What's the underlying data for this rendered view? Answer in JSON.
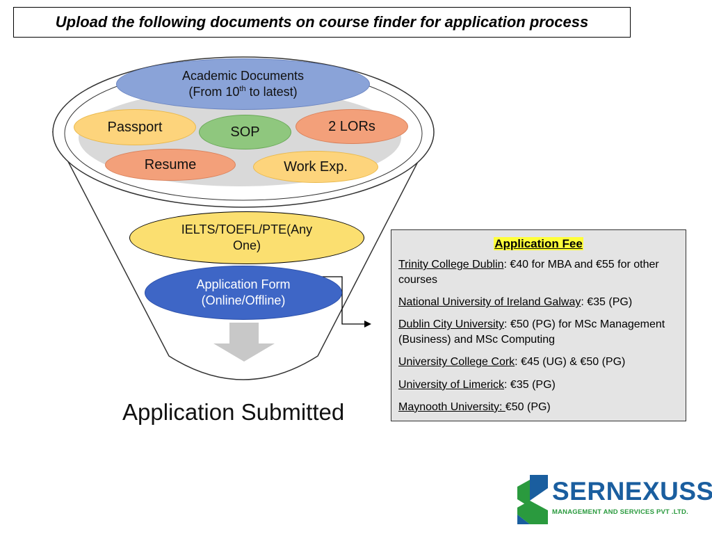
{
  "title": "Upload the following documents on course finder for application process",
  "funnel": {
    "academic": {
      "line1": "Academic Documents",
      "line2_prefix": "(From 10",
      "line2_sup": "th",
      "line2_suffix": " to latest)"
    },
    "passport": "Passport",
    "sop": "SOP",
    "lors": "2 LORs",
    "resume": "Resume",
    "work_exp": "Work Exp.",
    "ielts": {
      "line1": "IELTS/TOEFL/PTE(Any",
      "line2": "One)"
    },
    "application_form": {
      "line1": "Application Form",
      "line2": "(Online/Offline)"
    }
  },
  "submitted_label": "Application Submitted",
  "fees": {
    "title": "Application Fee",
    "items": [
      {
        "university": "Trinity College Dublin",
        "detail": ": €40 for MBA and €55 for other courses"
      },
      {
        "university": "National University of Ireland Galway",
        "detail": ": €35 (PG)"
      },
      {
        "university": "Dublin City University",
        "detail": ": €50 (PG) for MSc Management (Business) and MSc Computing"
      },
      {
        "university": "University College Cork",
        "detail": ": €45 (UG) & €50 (PG)"
      },
      {
        "university": "University of Limerick",
        "detail": ": €35 (PG)"
      },
      {
        "university": "Maynooth University: ",
        "detail": "€50 (PG)"
      }
    ]
  },
  "logo": {
    "name": "SERNEXUSS",
    "subtitle": "MANAGEMENT AND SERVICES PVT .LTD."
  }
}
